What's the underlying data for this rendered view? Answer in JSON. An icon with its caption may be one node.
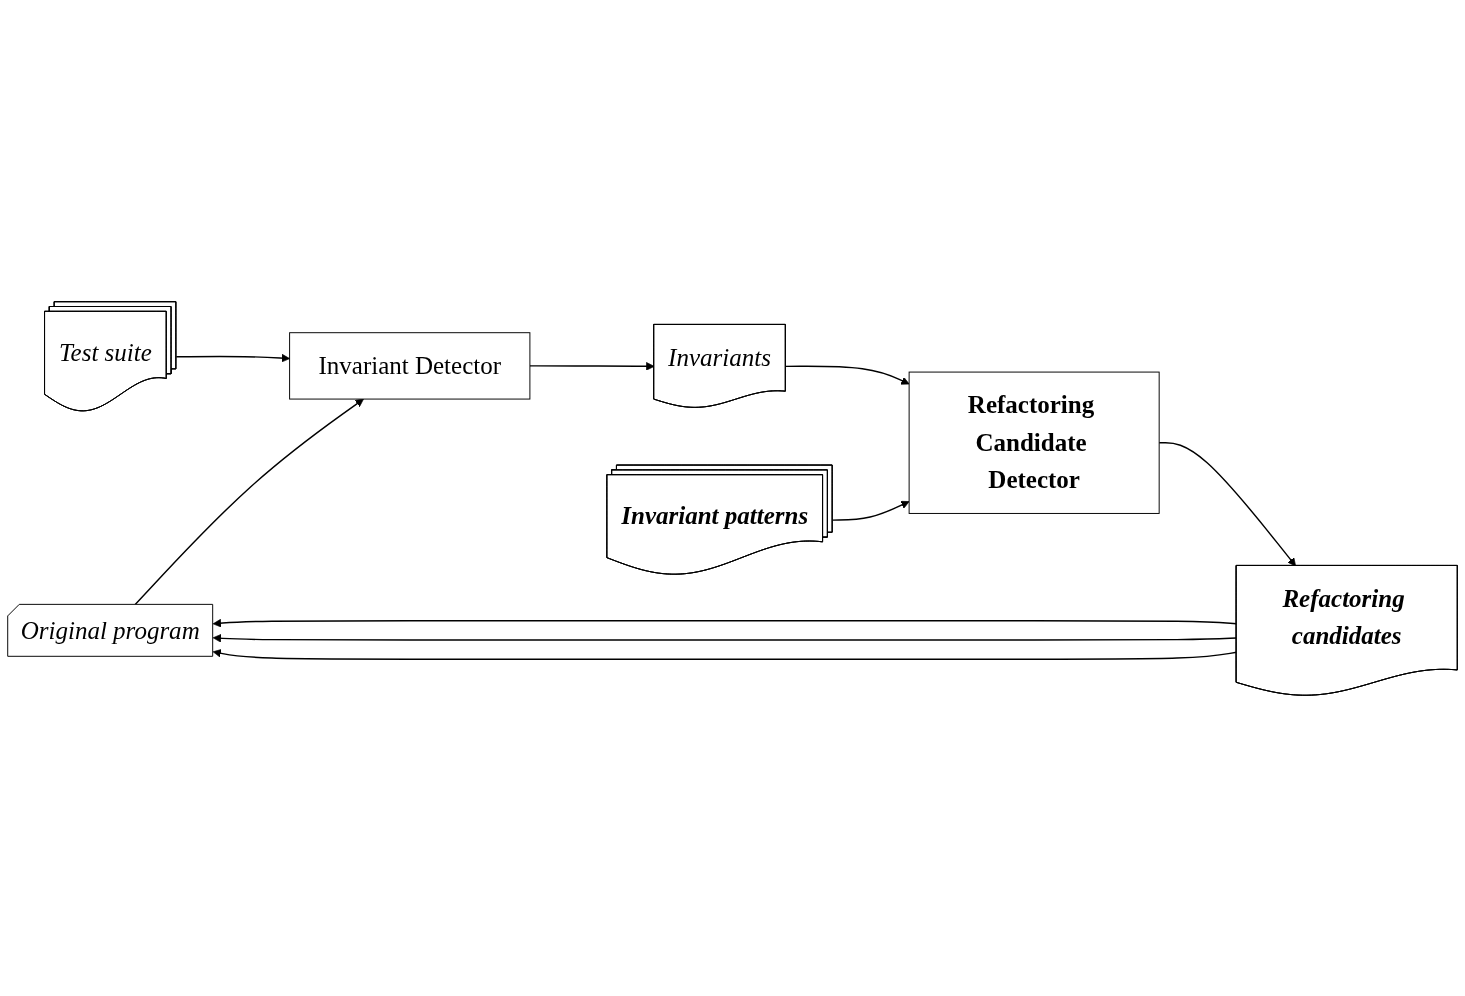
{
  "diagram": {
    "nodes": [
      {
        "text": [
          "Original program"
        ]
      },
      {
        "text": [
          "Refactoring candidates"
        ]
      },
      {
        "text": [
          "Invariant Detector"
        ]
      },
      {
        "text": [
          "Invariants"
        ]
      },
      {
        "text": [
          "Refactoring Candidate Detector"
        ]
      },
      {
        "text": [
          "Test suite"
        ]
      },
      {
        "text": [
          "Invariant patterns"
        ]
      }
    ],
    "edges": [
      {
        "from": 1,
        "to": 0,
        "arrow": "to"
      },
      {
        "from": 1,
        "to": 0,
        "arrow": "to"
      },
      {
        "from": 1,
        "to": 0,
        "arrow": "to"
      },
      {
        "from": 0,
        "to": 2,
        "arrow": "to"
      },
      {
        "from": 5,
        "to": 2,
        "arrow": "to"
      },
      {
        "from": 2,
        "to": 3,
        "arrow": "to"
      },
      {
        "from": 3,
        "to": 4,
        "arrow": "to"
      },
      {
        "from": 6,
        "to": 4,
        "arrow": "to"
      },
      {
        "from": 4,
        "to": 1,
        "arrow": "to"
      }
    ]
  }
}
